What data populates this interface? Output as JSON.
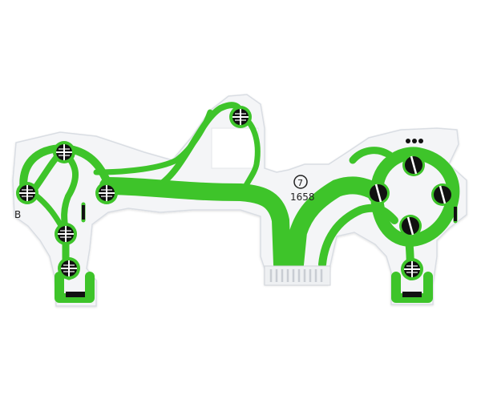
{
  "film": {
    "base_color": "#f4f5f7",
    "edge_color": "#d9dde3",
    "trace_color": "#3ec42a",
    "trace_dark": "#2fa01c",
    "contact_color": "#111111",
    "connector_color": "#c9cdd3"
  },
  "printed_marks": {
    "left_letter": "B",
    "part_number": "1658",
    "circle_mark": "7"
  }
}
